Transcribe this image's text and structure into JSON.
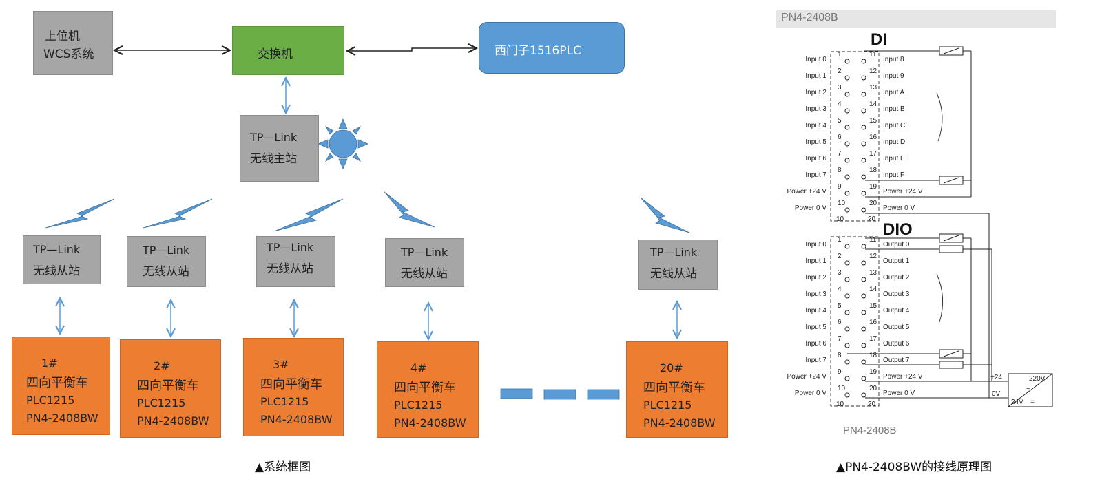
{
  "system": {
    "host": {
      "line1": "上位机",
      "line2": "WCS系统"
    },
    "switch": "交换机",
    "plc": "西门子1516PLC",
    "ap": {
      "line1": "TP—Link",
      "line2": "无线主站"
    },
    "stations": [
      {
        "line1": "TP—Link",
        "line2": "无线从站"
      },
      {
        "line1": "TP—Link",
        "line2": "无线从站"
      },
      {
        "line1": "TP—Link",
        "line2": "无线从站"
      },
      {
        "line1": "TP—Link",
        "line2": "无线从站"
      },
      {
        "line1": "TP—Link",
        "line2": "无线从站"
      }
    ],
    "vehicles": [
      {
        "num": "1#",
        "name": "四向平衡车",
        "plc": "PLC1215",
        "io": "PN4-2408BW"
      },
      {
        "num": "2#",
        "name": "四向平衡车",
        "plc": "PLC1215",
        "io": "PN4-2408BW"
      },
      {
        "num": "3#",
        "name": "四向平衡车",
        "plc": "PLC1215",
        "io": "PN4-2408BW"
      },
      {
        "num": "4#",
        "name": "四向平衡车",
        "plc": "PLC1215",
        "io": "PN4-2408BW"
      },
      {
        "num": "20#",
        "name": "四向平衡车",
        "plc": "PLC1215",
        "io": "PN4-2408BW"
      }
    ],
    "caption": "▲系统框图"
  },
  "wiring": {
    "header": "PN4-2408B",
    "di_title": "DI",
    "dio_title": "DIO",
    "di_left": [
      "Input 0",
      "Input 1",
      "Input 2",
      "Input 3",
      "Input 4",
      "Input 5",
      "Input 6",
      "Input 7",
      "Power +24 V",
      "Power 0 V"
    ],
    "di_right": [
      "Input 8",
      "Input 9",
      "Input A",
      "Input B",
      "Input C",
      "Input D",
      "Input E",
      "Input F",
      "Power +24 V",
      "Power 0 V"
    ],
    "dio_left": [
      "Input 0",
      "Input 1",
      "Input 2",
      "Input 3",
      "Input 4",
      "Input 5",
      "Input 6",
      "Input 7",
      "Power +24 V",
      "Power 0 V"
    ],
    "dio_right": [
      "Output 0",
      "Output 1",
      "Output 2",
      "Output 3",
      "Output 4",
      "Output 5",
      "Output 6",
      "Output 7",
      "Power +24 V",
      "Power 0 V"
    ],
    "left_nums": [
      "",
      "1",
      "2",
      "3",
      "4",
      "5",
      "6",
      "7",
      "8",
      "9",
      "10"
    ],
    "right_nums": [
      "",
      "11",
      "12",
      "13",
      "14",
      "15",
      "16",
      "17",
      "18",
      "19",
      "20"
    ],
    "psu": {
      "in": "220V",
      "out": "24V",
      "plus": "+24",
      "zero": "0V",
      "sign_ac": "~",
      "sign_dc": "="
    },
    "footer": "PN4-2408B",
    "caption": "▲PN4-2408BW的接线原理图"
  },
  "colors": {
    "gray": "#a6a6a6",
    "green": "#6aae45",
    "blue": "#5b9bd5",
    "orange": "#ed7d31"
  }
}
